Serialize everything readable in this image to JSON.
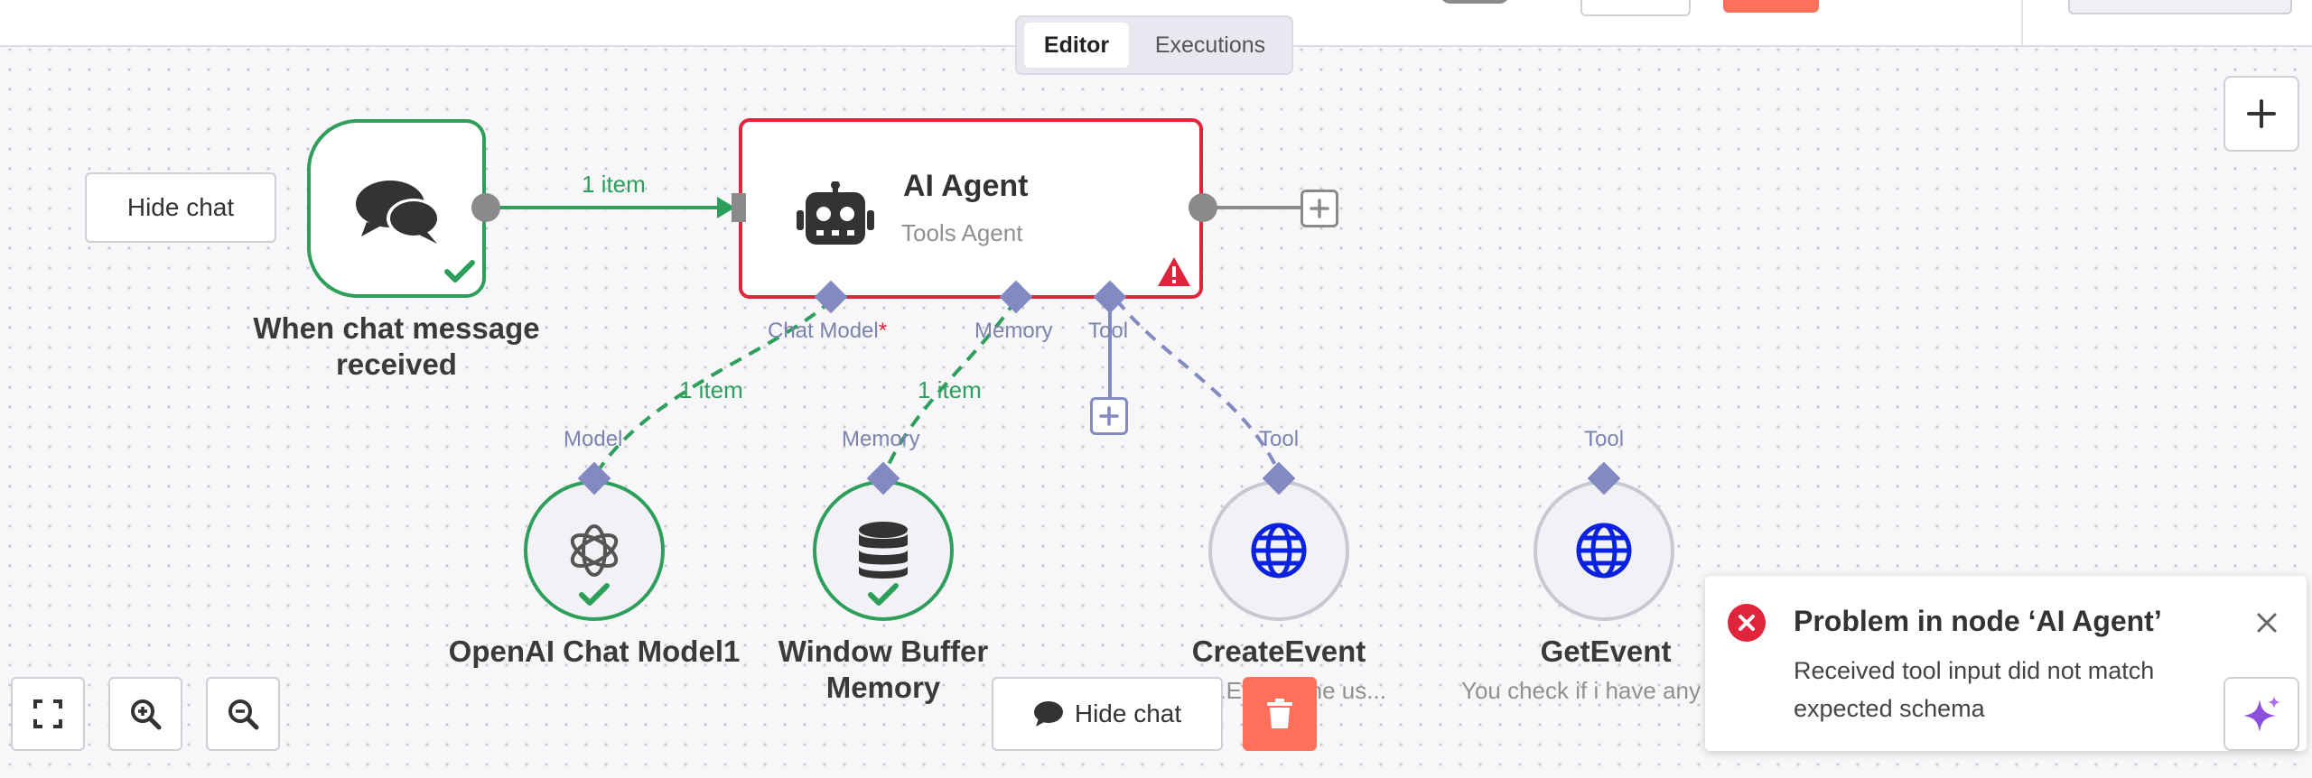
{
  "tabs": {
    "editor": "Editor",
    "executions": "Executions"
  },
  "nodes": {
    "trigger": {
      "label_line1": "When chat message",
      "label_line2": "received"
    },
    "agent": {
      "title": "AI Agent",
      "subtitle": "Tools Agent"
    },
    "openai": {
      "label": "OpenAI Chat Model1"
    },
    "memory": {
      "label_line1": "Window Buffer",
      "label_line2": "Memory"
    },
    "create_event": {
      "label": "CreateEvent",
      "subtitle": "...Ev... in the us..."
    },
    "get_event": {
      "label": "GetEvent",
      "subtitle": "You check if i have any"
    }
  },
  "ports": {
    "chat_model": "Chat Model",
    "required_star": "*",
    "memory": "Memory",
    "tool": "Tool",
    "model_in": "Model",
    "memory_in": "Memory",
    "tool_in_create": "Tool",
    "tool_in_get": "Tool"
  },
  "connections": {
    "main": "1 item",
    "model": "1 item",
    "memory": "1 item"
  },
  "buttons": {
    "hide_chat_left": "Hide chat",
    "hide_chat_bottom": "Hide chat"
  },
  "toast": {
    "title": "Problem in node ‘AI Agent’",
    "message_line1": "Received tool input did not match",
    "message_line2": "expected schema"
  },
  "colors": {
    "success": "#2e9e5b",
    "error": "#e0243b",
    "accent": "#ff6f5c",
    "port": "#8389c1"
  }
}
